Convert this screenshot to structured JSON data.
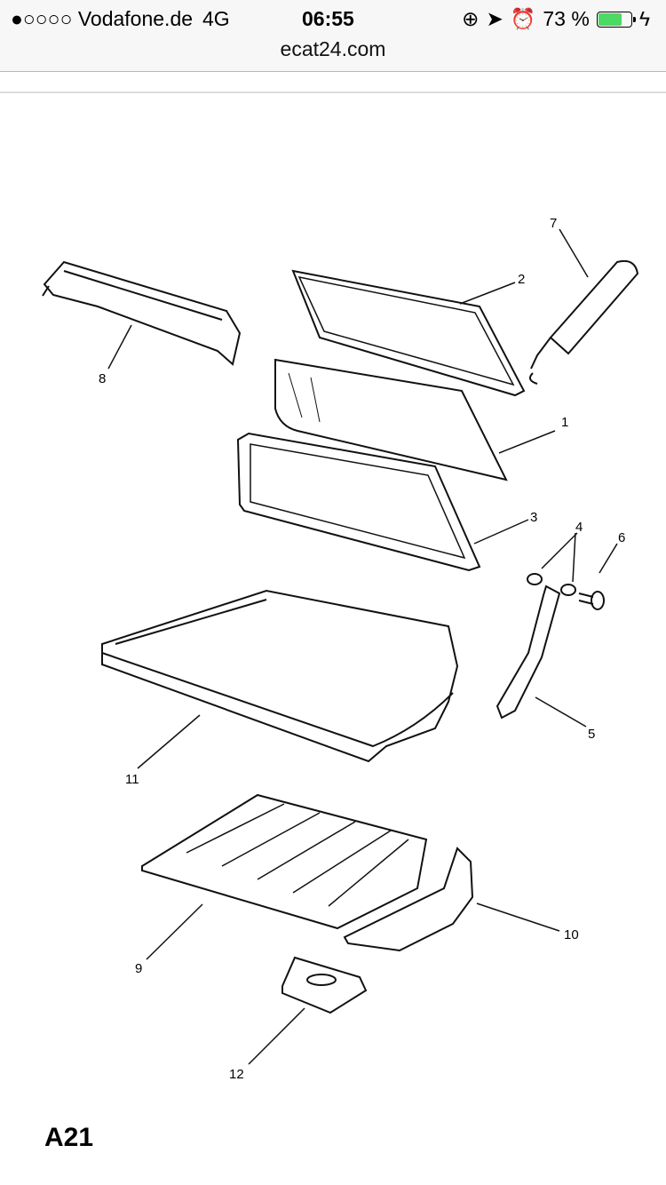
{
  "status_bar": {
    "carrier": "●○○○○ Vodafone.de",
    "network": "4G",
    "time": "06:55",
    "battery_percent_label": "73 %",
    "battery_level": 0.73,
    "icons": [
      "orientation-lock-icon",
      "location-arrow-icon",
      "alarm-icon",
      "battery-icon",
      "charging-bolt-icon"
    ],
    "battery_color": "#4cd964"
  },
  "browser": {
    "url": "ecat24.com"
  },
  "diagram": {
    "callouts": [
      "1",
      "2",
      "3",
      "4",
      "5",
      "6",
      "7",
      "8",
      "9",
      "10",
      "11",
      "12"
    ],
    "page_code": "A21"
  }
}
